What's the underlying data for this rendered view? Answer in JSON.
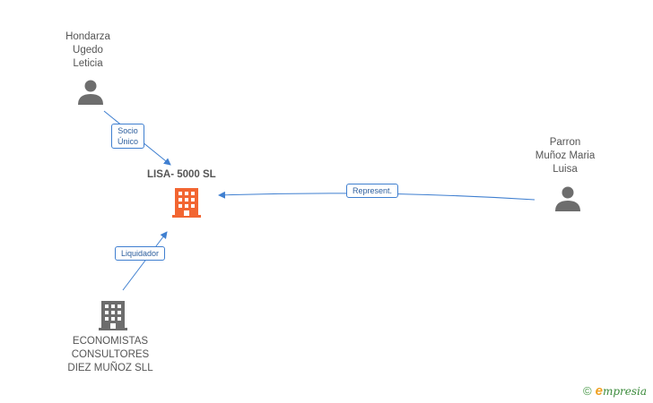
{
  "nodes": {
    "person_top": {
      "name_lines": [
        "Hondarza",
        "Ugedo",
        "Leticia"
      ]
    },
    "person_right": {
      "name_lines": [
        "Parron",
        "Muñoz Maria",
        "Luisa"
      ]
    },
    "company_main": {
      "name": "LISA- 5000 SL"
    },
    "company_bottom": {
      "name_lines": [
        "ECONOMISTAS",
        "CONSULTORES",
        "DIEZ MUÑOZ SLL"
      ]
    }
  },
  "edges": {
    "socio": {
      "label_lines": [
        "Socio",
        "Único"
      ]
    },
    "represent": {
      "label": "Represent."
    },
    "liquidador": {
      "label": "Liquidador"
    }
  },
  "colors": {
    "person_icon": "#6d6d6d",
    "company_main_icon": "#f26531",
    "company_icon": "#6d6d6d",
    "edge": "#3f7fd0"
  },
  "icons": {
    "person": "person-icon",
    "company": "building-icon"
  },
  "footer": {
    "copyright": "©",
    "brand_initial": "e",
    "brand_rest": "mpresia"
  }
}
